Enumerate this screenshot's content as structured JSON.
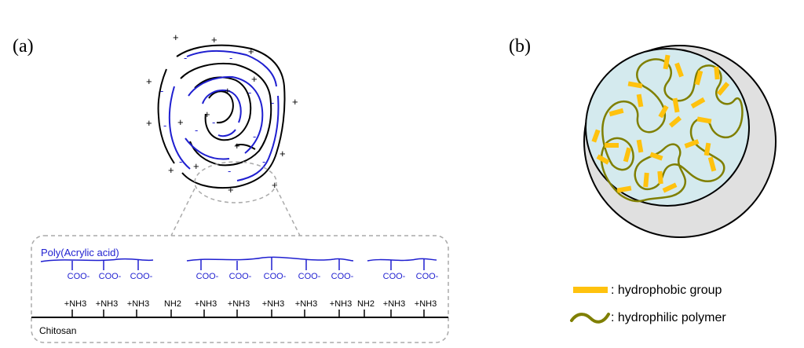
{
  "panel_a": {
    "label": "(a)",
    "polymer_label": "Poly(Acrylic acid)",
    "backbone_label": "Chitosan",
    "coo_groups": [
      "COO-",
      "COO-",
      "COO-",
      "COO-",
      "COO-",
      "COO-",
      "COO-",
      "COO-",
      "COO-",
      "COO-"
    ],
    "amine_groups": [
      "+NH3",
      "+NH3",
      "+NH3",
      "NH2",
      "+NH3",
      "+NH3",
      "+NH3",
      "+NH3",
      "+NH3",
      "NH2",
      "+NH3",
      "+NH3"
    ],
    "charge_plus": "+",
    "charge_minus": "-"
  },
  "panel_b": {
    "label": "(b)",
    "legend": [
      {
        "text": ": hydrophobic group",
        "color": "#ffc20e"
      },
      {
        "text": ": hydrophilic polymer",
        "color": "#808000"
      }
    ]
  },
  "colors": {
    "pos_strand": "#000000",
    "neg_strand": "#1f1fd0",
    "zoom_border": "#aaaaaa",
    "sphere_inner": "#d4eaee",
    "sphere_outer": "#e0e0e0",
    "polymer": "#7f7f00",
    "hydrophobic": "#ffc20e"
  }
}
